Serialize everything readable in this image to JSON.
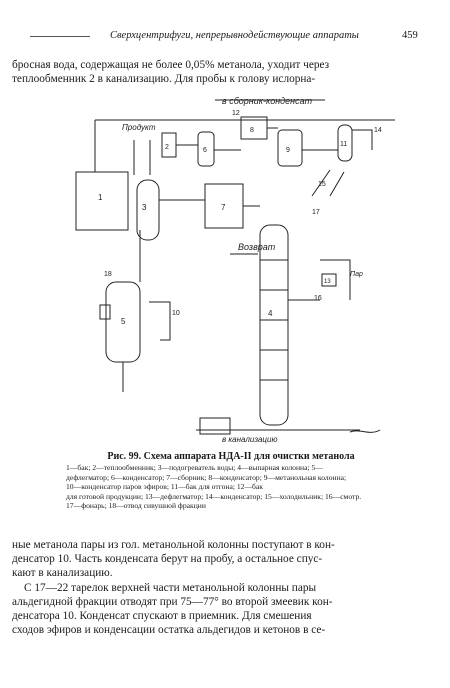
{
  "header": {
    "title": "Сверхцентрифуги, непрерывнодействующие аппараты",
    "page_number": "459"
  },
  "top_paragraph": [
    "бросная вода, содержащая не более 0,05% метанола, уходит через",
    "теплообменник 2 в канализацию. Для пробы к голову ислорна-"
  ],
  "figure": {
    "labels": {
      "to_collector": "в сборник-конденсат",
      "return": "Возврат",
      "to_drain": "в канализацию",
      "steam": "Пар",
      "top_left": "Продукт",
      "n1": "1",
      "n2": "2",
      "n3": "3",
      "n4": "4",
      "n5": "5",
      "n6": "6",
      "n7": "7",
      "n8": "8",
      "n9": "9",
      "n10": "10",
      "n11": "11",
      "n12": "12",
      "n13": "13",
      "n14": "14",
      "n15": "15",
      "n16": "16",
      "n17": "17",
      "n18": "18"
    },
    "caption_title": "Рис. 99. Схема аппарата НДА-II для очистки метанола",
    "caption_lines": [
      "1—бак; 2—теплообменник; 3—подогреватель воды; 4—выпарная колонна; 5—",
      "дефлегматор; 6—конденсатор; 7—сборник; 8—конденсатор; 9—метанольная колонна;",
      "10—конденсатор паров эфиров; 11—бак для отгона; 12—бак",
      "для готовой продукции; 13—дефлегматор; 14—конденсатор; 15—холодильник; 16—смотр.",
      "17—фонарь; 18—отвод сивушной фракции"
    ]
  },
  "bottom_paragraph": [
    "ные метанола пары из гол. метанольной колонны поступают в кон-",
    "денсатор 10. Часть конденсата берут на пробу, а остальное спус-",
    "кают в канализацию.",
    "С 17—22 тарелок верхней части метанольной колонны пары",
    "альдегидной фракции отводят при 75—77° во второй змеевик кон-",
    "денсатора 10. Конденсат спускают в приемник. Для смешения",
    "сходов эфиров и конденсации остатка альдегидов и кетонов в се-"
  ]
}
